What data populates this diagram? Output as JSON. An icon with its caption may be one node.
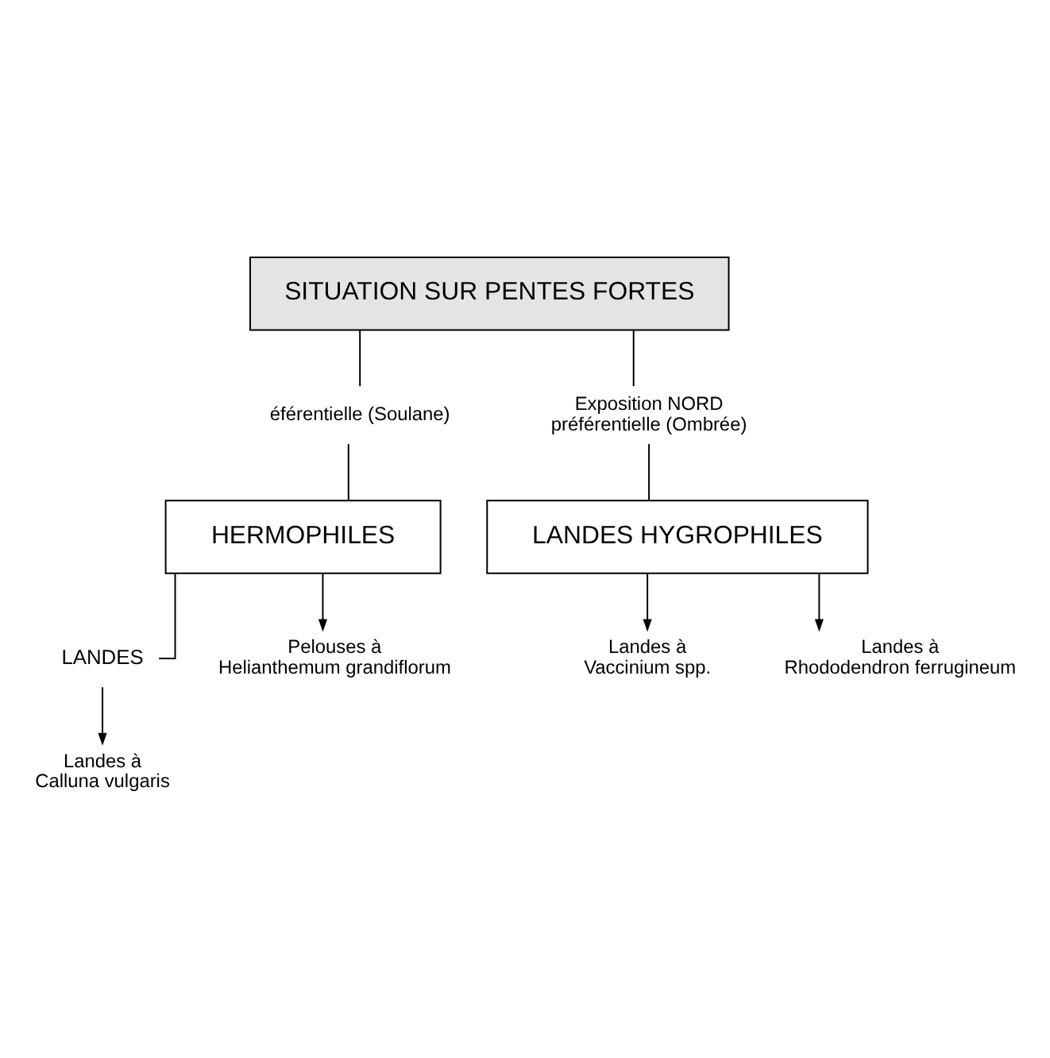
{
  "diagram": {
    "nodes": [
      {
        "text": [
          "SITUATION SUR PENTES FORTES"
        ]
      },
      {
        "text": [
          "éférentielle (Soulane)"
        ]
      },
      {
        "text": [
          "Exposition NORD préférentielle (Ombrée)"
        ]
      },
      {
        "text": [
          "HERMOPHILES"
        ]
      },
      {
        "text": [
          "LANDES HYGROPHILES"
        ]
      },
      {
        "text": [
          "LANDES"
        ]
      },
      {
        "text": [
          "Pelouses à Helianthemum grandiflorum"
        ]
      },
      {
        "text": [
          "Landes à Calluna vulgaris"
        ]
      },
      {
        "text": [
          "Landes à Vaccinium spp."
        ]
      },
      {
        "text": [
          "Landes à Rhododendron ferrugineum"
        ]
      }
    ],
    "edges": [
      {
        "from": 0,
        "to": 1,
        "arrow": "none"
      },
      {
        "from": 0,
        "to": 2,
        "arrow": "none"
      },
      {
        "from": 1,
        "to": 3,
        "arrow": "none"
      },
      {
        "from": 2,
        "to": 4,
        "arrow": "none"
      },
      {
        "from": 3,
        "to": 6,
        "arrow": "to"
      },
      {
        "from": 3,
        "to": 5,
        "arrow": "none"
      },
      {
        "from": 5,
        "to": 7,
        "arrow": "to"
      },
      {
        "from": 4,
        "to": 8,
        "arrow": "to"
      },
      {
        "from": 4,
        "to": 9,
        "arrow": "to"
      }
    ]
  }
}
